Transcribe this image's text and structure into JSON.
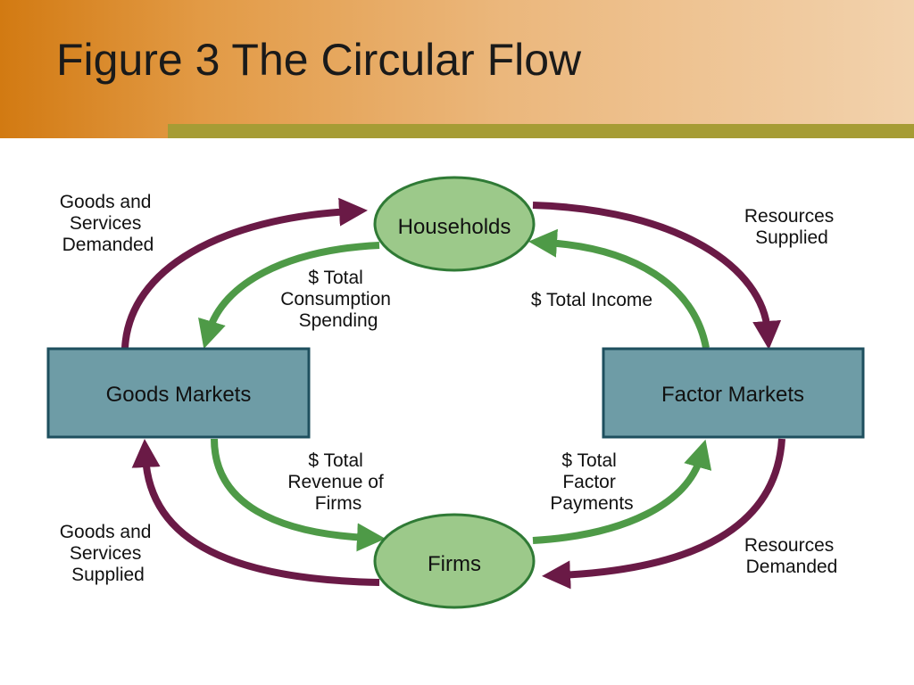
{
  "title": "Figure 3 The Circular Flow",
  "colors": {
    "header_orange": "#d27a12",
    "header_light": "#f2d2ad",
    "olive_bar": "#a69c35",
    "money_flow_green": "#4e9a47",
    "real_flow_maroon": "#6a1a46",
    "node_oval_fill": "#9cc98a",
    "market_box_fill": "#6e9ca6"
  },
  "nodes": {
    "households": "Households",
    "firms": "Firms",
    "goods_markets": "Goods Markets",
    "factor_markets": "Factor Markets"
  },
  "flows": {
    "goods_services_demanded": [
      "Goods and",
      "Services",
      "Demanded"
    ],
    "resources_supplied": [
      "Resources",
      "Supplied"
    ],
    "total_consumption_spending": [
      "$ Total",
      "Consumption",
      "Spending"
    ],
    "total_income": [
      "$ Total Income"
    ],
    "total_revenue_of_firms": [
      "$ Total",
      "Revenue of",
      "Firms"
    ],
    "total_factor_payments": [
      "$ Total",
      "Factor",
      "Payments"
    ],
    "goods_services_supplied": [
      "Goods and",
      "Services",
      "Supplied"
    ],
    "resources_demanded": [
      "Resources",
      "Demanded"
    ]
  }
}
